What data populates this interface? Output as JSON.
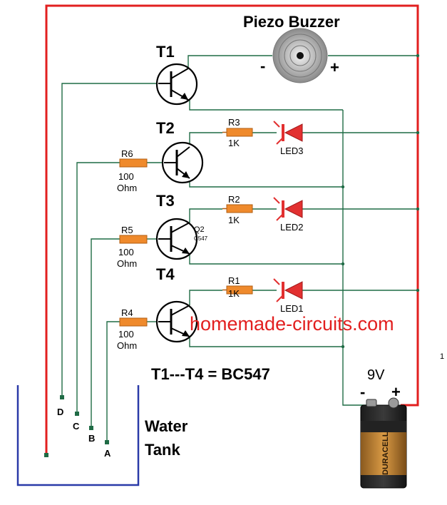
{
  "buzzer": {
    "label": "Piezo Buzzer",
    "minus": "-",
    "plus": "+"
  },
  "transistors": [
    {
      "label": "T1"
    },
    {
      "label": "T2"
    },
    {
      "label": "T3",
      "tag": "Q2",
      "part": "C547"
    },
    {
      "label": "T4"
    }
  ],
  "resistors": {
    "r3": {
      "name": "R3",
      "value": "1K"
    },
    "r2": {
      "name": "R2",
      "value": "1K"
    },
    "r1": {
      "name": "R1",
      "value": "1K"
    },
    "r6": {
      "name": "R6",
      "value": "100",
      "unit": "Ohm"
    },
    "r5": {
      "name": "R5",
      "value": "100",
      "unit": "Ohm"
    },
    "r4": {
      "name": "R4",
      "value": "100",
      "unit": "Ohm"
    }
  },
  "leds": {
    "led3": "LED3",
    "led2": "LED2",
    "led1": "LED1"
  },
  "watermark": "homemade-circuits.com",
  "note": "T1---T4 = BC547",
  "battery": {
    "voltage": "9V",
    "minus": "-",
    "plus": "+",
    "brand": "DURACELL"
  },
  "tank": {
    "line1": "Water",
    "line2": "Tank"
  },
  "probes": [
    "D",
    "C",
    "B",
    "A"
  ],
  "stray": "1",
  "colors": {
    "wire": "#1f6b45",
    "supply": "#e21f1f",
    "tank": "#2a3aa8",
    "resistor": "#ef8a2c",
    "led": "#e23030"
  }
}
